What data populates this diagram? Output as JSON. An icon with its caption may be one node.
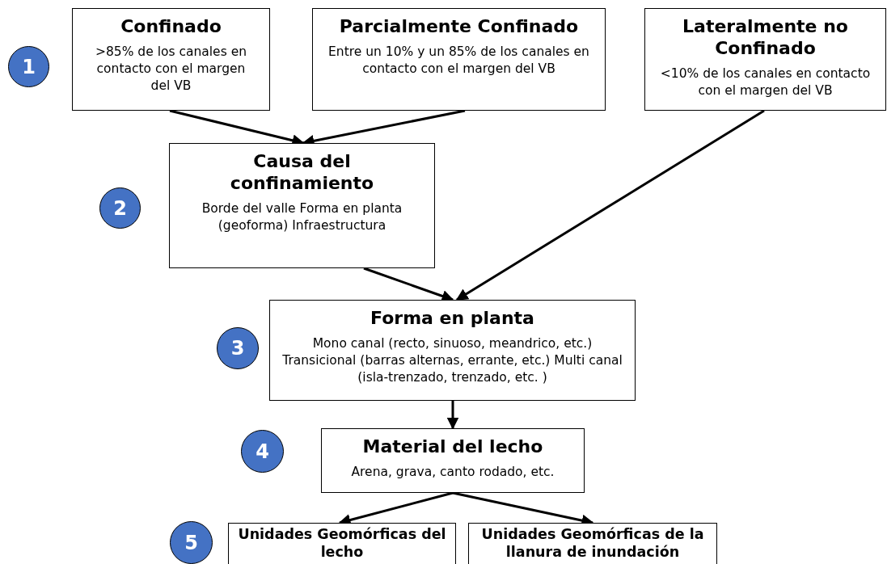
{
  "diagram": {
    "nodes": [
      {
        "text": [
          "1"
        ]
      },
      {
        "text": [
          "Confinado",
          ">85% de los canales en contacto con el margen del VB"
        ]
      },
      {
        "text": [
          "Parcialmente Confinado",
          "Entre un 10% y un 85% de los canales en contacto con el margen del VB"
        ]
      },
      {
        "text": [
          "Lateralmente no Confinado",
          "<10% de los canales en contacto con el margen del VB"
        ]
      },
      {
        "text": [
          "2"
        ]
      },
      {
        "text": [
          "Causa del confinamiento",
          "Borde del valle Forma en planta (geoforma) Infraestructura"
        ]
      },
      {
        "text": [
          "3"
        ]
      },
      {
        "text": [
          "Forma en planta",
          "Mono canal (recto, sinuoso, meandrico, etc.) Transicional (barras alternas, errante, etc.) Multi canal (isla-trenzado, trenzado, etc. )"
        ]
      },
      {
        "text": [
          "4"
        ]
      },
      {
        "text": [
          "Material del lecho",
          "Arena, grava, canto rodado, etc."
        ]
      },
      {
        "text": [
          "5"
        ]
      },
      {
        "text": [
          "Unidades Geomórficas del lecho"
        ]
      },
      {
        "text": [
          "Unidades Geomórficas de la llanura de inundación"
        ]
      }
    ],
    "edges": [
      {
        "from": 1,
        "to": 5,
        "arrow": "to"
      },
      {
        "from": 2,
        "to": 5,
        "arrow": "to"
      },
      {
        "from": 3,
        "to": 7,
        "arrow": "to"
      },
      {
        "from": 5,
        "to": 7,
        "arrow": "to"
      },
      {
        "from": 7,
        "to": 9,
        "arrow": "to"
      },
      {
        "from": 9,
        "to": 11,
        "arrow": "to"
      },
      {
        "from": 9,
        "to": 12,
        "arrow": "to"
      }
    ]
  }
}
